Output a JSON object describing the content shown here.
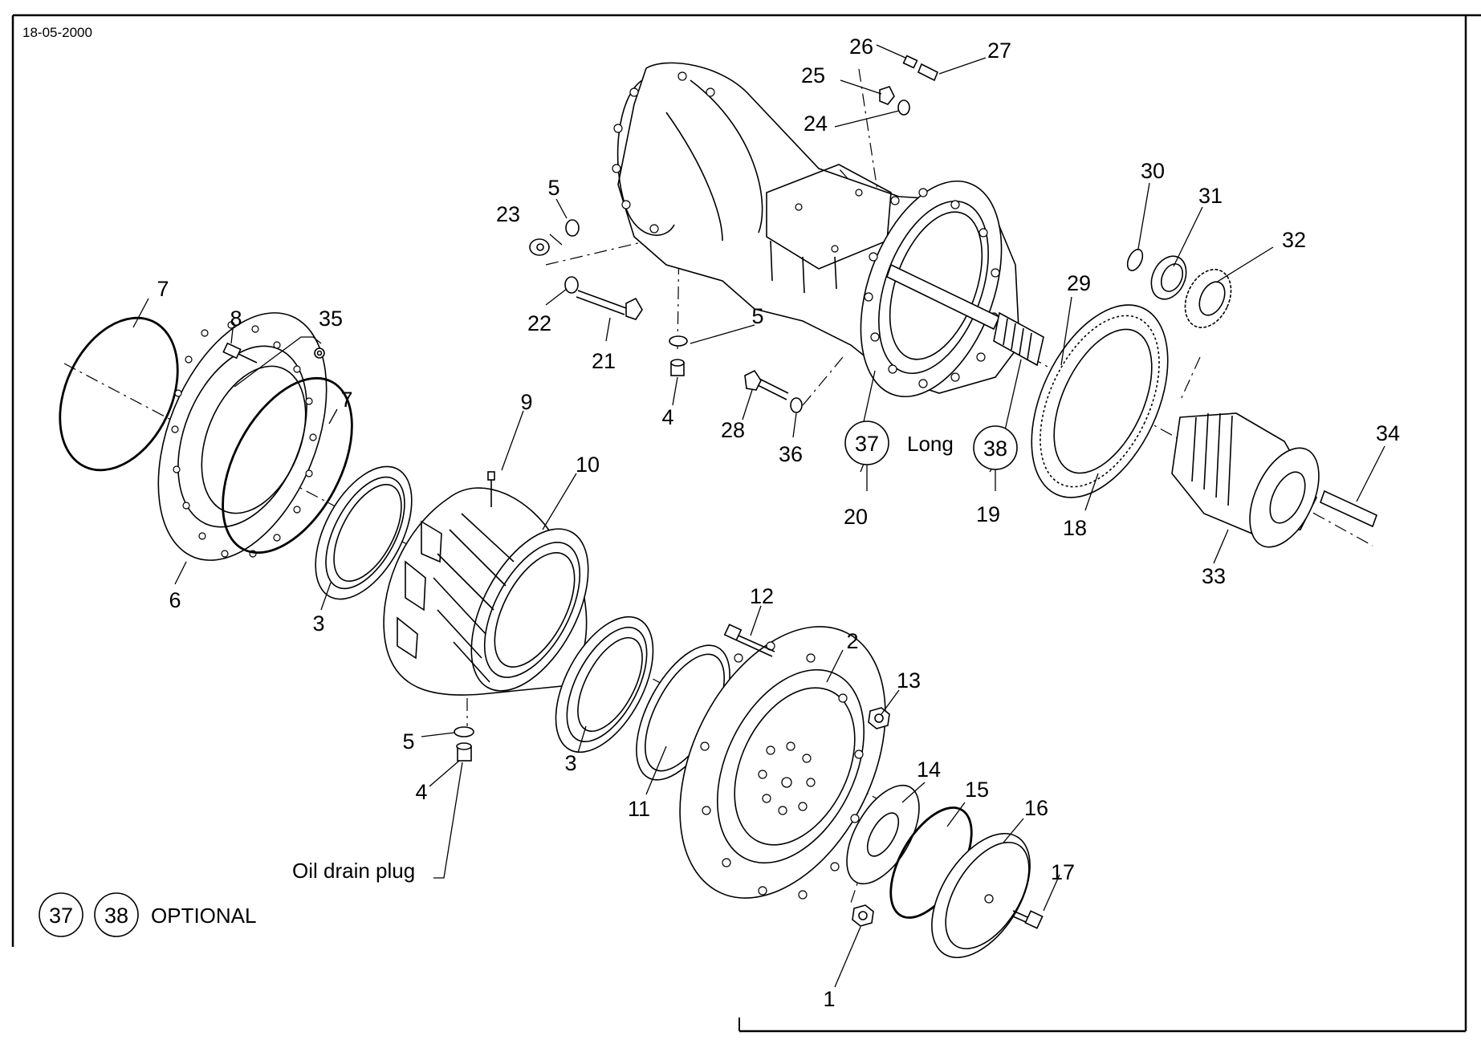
{
  "header": {
    "date": "18-05-2000"
  },
  "callouts": {
    "c1": "1",
    "c2": "2",
    "c3a": "3",
    "c3b": "3",
    "c4a": "4",
    "c4b": "4",
    "c5a": "5",
    "c5b": "5",
    "c5c": "5",
    "c6": "6",
    "c7a": "7",
    "c7b": "7",
    "c8": "8",
    "c9": "9",
    "c10": "10",
    "c11": "11",
    "c12": "12",
    "c13": "13",
    "c14": "14",
    "c15": "15",
    "c16": "16",
    "c17": "17",
    "c18": "18",
    "c19": "19",
    "c20": "20",
    "c21": "21",
    "c22": "22",
    "c23": "23",
    "c24": "24",
    "c25": "25",
    "c26": "26",
    "c27": "27",
    "c28": "28",
    "c29": "29",
    "c30": "30",
    "c31": "31",
    "c32": "32",
    "c33": "33",
    "c34": "34",
    "c35": "35",
    "c36": "36"
  },
  "circled": {
    "c37": "37",
    "c38": "38",
    "legend37": "37",
    "legend38": "38"
  },
  "notes": {
    "long": "Long",
    "oil_drain": "Oil drain plug",
    "optional": "OPTIONAL"
  }
}
